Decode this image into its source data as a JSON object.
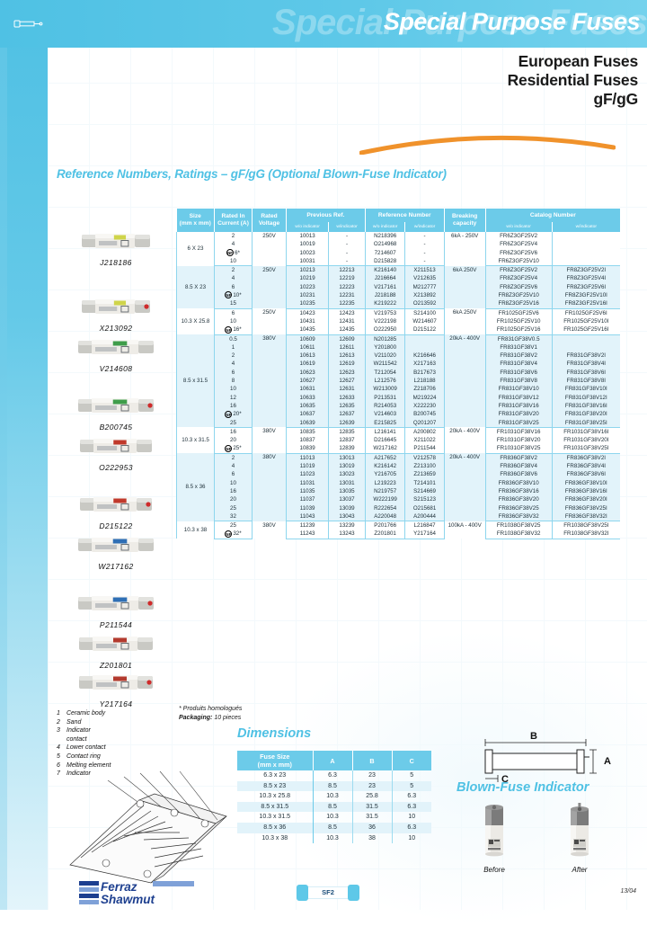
{
  "header": {
    "title": "Special Purpose Fuses",
    "ghost_title": "Special Purpose Fuses",
    "subtitle_lines": [
      "European Fuses",
      "Residential Fuses",
      "gF/gG"
    ],
    "accent_color": "#4fc1e4",
    "orange_color": "#f0922b",
    "fuse_icon": "fuse-icon"
  },
  "section": {
    "title": "Reference Numbers, Ratings – gF/gG (Optional Blown-Fuse Indicator)"
  },
  "photos": {
    "captions": [
      "J218186",
      "X213092",
      "V214608",
      "B200745",
      "O222953",
      "D215122",
      "W217162",
      "P211544",
      "Z201801",
      "Y217164"
    ]
  },
  "ratings_table": {
    "headers": {
      "size": "Size",
      "size_sub": "(mm x mm)",
      "rated_current": "Rated In",
      "rated_current_sub": "Current (A)",
      "rated_voltage": "Rated",
      "rated_voltage_sub": "Voltage",
      "previous_ref": "Previous Ref.",
      "reference_number": "Reference Number",
      "breaking_capacity": "Breaking",
      "breaking_capacity_sub": "capacity",
      "catalog_number": "Catalog Number",
      "wo_indicator": "w/o indicator",
      "w_indicator": "w/indicator"
    },
    "groups": [
      {
        "size": "6 X 23",
        "voltage": "250V",
        "breaking": "6kA - 250V",
        "shaded": false,
        "rows": [
          {
            "current": "2",
            "nf": false,
            "prev_wo": "10013",
            "prev_w": "-",
            "ref_wo": "N218396",
            "ref_w": "-",
            "cat_wo": "FR6Z3GF25V2",
            "cat_w": ""
          },
          {
            "current": "4",
            "nf": false,
            "prev_wo": "10019",
            "prev_w": "-",
            "ref_wo": "O214968",
            "ref_w": "-",
            "cat_wo": "FR6Z3GF25V4",
            "cat_w": ""
          },
          {
            "current": "6*",
            "nf": true,
            "prev_wo": "10023",
            "prev_w": "-",
            "ref_wo": "7214607",
            "ref_w": "-",
            "cat_wo": "FR6Z3GF25V6",
            "cat_w": ""
          },
          {
            "current": "10",
            "nf": false,
            "prev_wo": "10031",
            "prev_w": "-",
            "ref_wo": "D215828",
            "ref_w": "-",
            "cat_wo": "FR6Z3GF25V10",
            "cat_w": ""
          }
        ]
      },
      {
        "size": "8.5 X 23",
        "voltage": "250V",
        "breaking": "6kA   250V",
        "shaded": true,
        "rows": [
          {
            "current": "2",
            "nf": false,
            "prev_wo": "10213",
            "prev_w": "12213",
            "ref_wo": "K216140",
            "ref_w": "X211513",
            "cat_wo": "FR8Z3GF25V2",
            "cat_w": "FR8Z3GF25V2I"
          },
          {
            "current": "4",
            "nf": false,
            "prev_wo": "10219",
            "prev_w": "12219",
            "ref_wo": "J216664",
            "ref_w": "V212635",
            "cat_wo": "FR8Z3GF25V4",
            "cat_w": "FR8Z3GF25V4I"
          },
          {
            "current": "6",
            "nf": false,
            "prev_wo": "10223",
            "prev_w": "12223",
            "ref_wo": "V217161",
            "ref_w": "M212777",
            "cat_wo": "FR8Z3GF25V6",
            "cat_w": "FR8Z3GF25V6I"
          },
          {
            "current": "10*",
            "nf": true,
            "prev_wo": "10231",
            "prev_w": "12231",
            "ref_wo": "J218188",
            "ref_w": "X213892",
            "cat_wo": "FR8Z3GF25V10",
            "cat_w": "FR8Z3GF25V10I"
          },
          {
            "current": "15",
            "nf": false,
            "prev_wo": "10235",
            "prev_w": "12235",
            "ref_wo": "K219222",
            "ref_w": "O213592",
            "cat_wo": "FR8Z3GF25V16",
            "cat_w": "FR8Z3GF25V16I"
          }
        ]
      },
      {
        "size": "10.3 X 25.8",
        "voltage": "250V",
        "breaking": "6kA   250V",
        "shaded": false,
        "rows": [
          {
            "current": "6",
            "nf": false,
            "prev_wo": "10423",
            "prev_w": "12423",
            "ref_wo": "V219753",
            "ref_w": "S214100",
            "cat_wo": "FR1025GF25V6",
            "cat_w": "FR1025GF25V6I"
          },
          {
            "current": "10",
            "nf": false,
            "prev_wo": "10431",
            "prev_w": "12431",
            "ref_wo": "V222198",
            "ref_w": "W214607",
            "cat_wo": "FR1025GF25V10",
            "cat_w": "FR1025GF25V10I"
          },
          {
            "current": "16*",
            "nf": true,
            "prev_wo": "10435",
            "prev_w": "12435",
            "ref_wo": "O222950",
            "ref_w": "D215122",
            "cat_wo": "FR1025GF25V16",
            "cat_w": "FR1025GF25V16I"
          }
        ]
      },
      {
        "size": "8.5 x 31.5",
        "voltage": "380V",
        "breaking": "20kA - 400V",
        "shaded": true,
        "rows": [
          {
            "current": "0.5",
            "nf": false,
            "prev_wo": "10609",
            "prev_w": "12609",
            "ref_wo": "N201285",
            "ref_w": "",
            "cat_wo": "FR831GF38V0.5",
            "cat_w": ""
          },
          {
            "current": "1",
            "nf": false,
            "prev_wo": "10611",
            "prev_w": "12611",
            "ref_wo": "Y201800",
            "ref_w": "",
            "cat_wo": "FR831GF38V1",
            "cat_w": ""
          },
          {
            "current": "2",
            "nf": false,
            "prev_wo": "10613",
            "prev_w": "12613",
            "ref_wo": "V211020",
            "ref_w": "K216646",
            "cat_wo": "FR831GF38V2",
            "cat_w": "FR831GF38V2I"
          },
          {
            "current": "4",
            "nf": false,
            "prev_wo": "10619",
            "prev_w": "12619",
            "ref_wo": "W211542",
            "ref_w": "X217163",
            "cat_wo": "FR831GF38V4",
            "cat_w": "FR831GF38V4I"
          },
          {
            "current": "6",
            "nf": false,
            "prev_wo": "10623",
            "prev_w": "12623",
            "ref_wo": "T212054",
            "ref_w": "B217673",
            "cat_wo": "FR831GF38V6",
            "cat_w": "FR831GF38V6I"
          },
          {
            "current": "8",
            "nf": false,
            "prev_wo": "10627",
            "prev_w": "12627",
            "ref_wo": "L212576",
            "ref_w": "L218188",
            "cat_wo": "FR831GF38V8",
            "cat_w": "FR831GF38V8I"
          },
          {
            "current": "10",
            "nf": false,
            "prev_wo": "10631",
            "prev_w": "12631",
            "ref_wo": "W213009",
            "ref_w": "Z218706",
            "cat_wo": "FR831GF38V10",
            "cat_w": "FR831GF38V10I"
          },
          {
            "current": "12",
            "nf": false,
            "prev_wo": "10633",
            "prev_w": "12633",
            "ref_wo": "P213531",
            "ref_w": "M219224",
            "cat_wo": "FR831GF38V12",
            "cat_w": "FR831GF38V12I"
          },
          {
            "current": "16",
            "nf": false,
            "prev_wo": "10635",
            "prev_w": "12635",
            "ref_wo": "R214053",
            "ref_w": "X222230",
            "cat_wo": "FR831GF38V16",
            "cat_w": "FR831GF38V16I"
          },
          {
            "current": "20*",
            "nf": true,
            "prev_wo": "10637",
            "prev_w": "12637",
            "ref_wo": "V214603",
            "ref_w": "B200745",
            "cat_wo": "FR831GF38V20",
            "cat_w": "FR831GF38V20I"
          },
          {
            "current": "25",
            "nf": false,
            "prev_wo": "10639",
            "prev_w": "12639",
            "ref_wo": "E215825",
            "ref_w": "Q201207",
            "cat_wo": "FR831GF38V25",
            "cat_w": "FR831GF38V25I"
          }
        ]
      },
      {
        "size": "10.3 x 31.5",
        "voltage": "380V",
        "breaking": "20kA - 400V",
        "shaded": false,
        "rows": [
          {
            "current": "16",
            "nf": false,
            "prev_wo": "10835",
            "prev_w": "12835",
            "ref_wo": "L216141",
            "ref_w": "A200802",
            "cat_wo": "FR1031GF38V16",
            "cat_w": "FR1031GF38V16I"
          },
          {
            "current": "20",
            "nf": false,
            "prev_wo": "10837",
            "prev_w": "12837",
            "ref_wo": "D216645",
            "ref_w": "X211022",
            "cat_wo": "FR1031GF38V20",
            "cat_w": "FR1031GF38V20I"
          },
          {
            "current": "25*",
            "nf": true,
            "prev_wo": "10839",
            "prev_w": "12839",
            "ref_wo": "W217162",
            "ref_w": "P211544",
            "cat_wo": "FR1031GF38V25",
            "cat_w": "FR1031GF38V25I"
          }
        ]
      },
      {
        "size": "8.5 x 36",
        "voltage": "380V",
        "breaking": "20kA - 400V",
        "shaded": true,
        "rows": [
          {
            "current": "2",
            "nf": false,
            "prev_wo": "11013",
            "prev_w": "13013",
            "ref_wo": "A217652",
            "ref_w": "V212578",
            "cat_wo": "FR836GF38V2",
            "cat_w": "FR836GF38V2I"
          },
          {
            "current": "4",
            "nf": false,
            "prev_wo": "11019",
            "prev_w": "13019",
            "ref_wo": "K216142",
            "ref_w": "Z213100",
            "cat_wo": "FR836GF38V4",
            "cat_w": "FR836GF38V4I"
          },
          {
            "current": "6",
            "nf": false,
            "prev_wo": "11023",
            "prev_w": "13023",
            "ref_wo": "Y216705",
            "ref_w": "Z213659",
            "cat_wo": "FR836GF38V6",
            "cat_w": "FR836GF38V6I"
          },
          {
            "current": "10",
            "nf": false,
            "prev_wo": "11031",
            "prev_w": "13031",
            "ref_wo": "L219223",
            "ref_w": "T214101",
            "cat_wo": "FR836GF38V10",
            "cat_w": "FR836GF38V10I"
          },
          {
            "current": "16",
            "nf": false,
            "prev_wo": "11035",
            "prev_w": "13035",
            "ref_wo": "N219757",
            "ref_w": "S214669",
            "cat_wo": "FR836GF38V16",
            "cat_w": "FR836GF38V16I"
          },
          {
            "current": "20",
            "nf": false,
            "prev_wo": "11037",
            "prev_w": "13037",
            "ref_wo": "W222199",
            "ref_w": "S215123",
            "cat_wo": "FR836GF38V20",
            "cat_w": "FR836GF38V20I"
          },
          {
            "current": "25",
            "nf": false,
            "prev_wo": "11039",
            "prev_w": "13039",
            "ref_wo": "R222654",
            "ref_w": "O215681",
            "cat_wo": "FR836GF38V25",
            "cat_w": "FR836GF38V25I"
          },
          {
            "current": "32",
            "nf": false,
            "prev_wo": "11043",
            "prev_w": "13043",
            "ref_wo": "A220048",
            "ref_w": "A200444",
            "cat_wo": "FR836GF38V32",
            "cat_w": "FR836GF38V32I"
          }
        ]
      },
      {
        "size": "10.3 x 38",
        "voltage": "380V",
        "breaking": "100kA - 400V",
        "shaded": false,
        "rows": [
          {
            "current": "25",
            "nf": false,
            "prev_wo": "11239",
            "prev_w": "13239",
            "ref_wo": "P201766",
            "ref_w": "L216847",
            "cat_wo": "FR1038GF38V25",
            "cat_w": "FR1038GF38V25I"
          },
          {
            "current": "32*",
            "nf": true,
            "prev_wo": "11243",
            "prev_w": "13243",
            "ref_wo": "Z201801",
            "ref_w": "Y217164",
            "cat_wo": "FR1038GF38V32",
            "cat_w": "FR1038GF38V32I"
          }
        ]
      }
    ]
  },
  "footnotes": {
    "line1": "* Produits homologués",
    "line2_label": "Packaging:",
    "line2_value": "10 pieces"
  },
  "legend": {
    "items": [
      {
        "num": "1",
        "text": "Ceramic body"
      },
      {
        "num": "2",
        "text": "Sand"
      },
      {
        "num": "3",
        "text": "Indicator"
      },
      {
        "num": "",
        "text": "contact"
      },
      {
        "num": "4",
        "text": "Lower contact"
      },
      {
        "num": "5",
        "text": "Contact ring"
      },
      {
        "num": "6",
        "text": "Melting element"
      },
      {
        "num": "7",
        "text": "Indicator"
      }
    ]
  },
  "dimensions": {
    "title": "Dimensions",
    "headers": [
      "Fuse Size",
      "(mm x mm)",
      "A",
      "B",
      "C"
    ],
    "rows": [
      {
        "size": "6.3 x 23",
        "a": "6.3",
        "b": "23",
        "c": "5"
      },
      {
        "size": "8.5 x 23",
        "a": "8.5",
        "b": "23",
        "c": "5"
      },
      {
        "size": "10.3 x 25.8",
        "a": "10.3",
        "b": "25.8",
        "c": "6.3"
      },
      {
        "size": "8.5 x 31.5",
        "a": "8.5",
        "b": "31.5",
        "c": "6.3"
      },
      {
        "size": "10.3 x 31.5",
        "a": "10.3",
        "b": "31.5",
        "c": "10"
      },
      {
        "size": "8.5 x 36",
        "a": "8.5",
        "b": "36",
        "c": "6.3"
      },
      {
        "size": "10.3 x 38",
        "a": "10.3",
        "b": "38",
        "c": "10"
      }
    ],
    "diagram_labels": {
      "a": "A",
      "b": "B",
      "c": "C"
    }
  },
  "blown_fuse_indicator": {
    "title": "Blown-Fuse Indicator",
    "before_label": "Before",
    "after_label": "After",
    "date_code": "13/04"
  },
  "footer": {
    "logo_line1": "Ferraz",
    "logo_line2": "Shawmut",
    "page_marker": "SF2"
  }
}
